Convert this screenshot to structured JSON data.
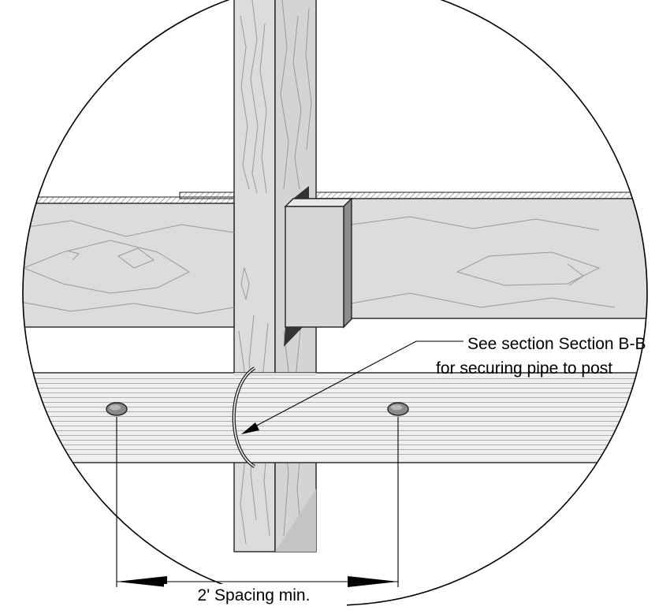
{
  "callout": {
    "line1": "See section Section B-B",
    "line2": "for securing pipe to post"
  },
  "dimension": {
    "label": "2' Spacing min."
  },
  "colors": {
    "wood": "#dcdcdc",
    "wood_shadow": "#c4c4c4",
    "pipe": "#efefef",
    "pipe_lines": "#a8a8a8",
    "outline": "#222222",
    "hatch": "#888888",
    "screw": "#8a8a8a"
  }
}
